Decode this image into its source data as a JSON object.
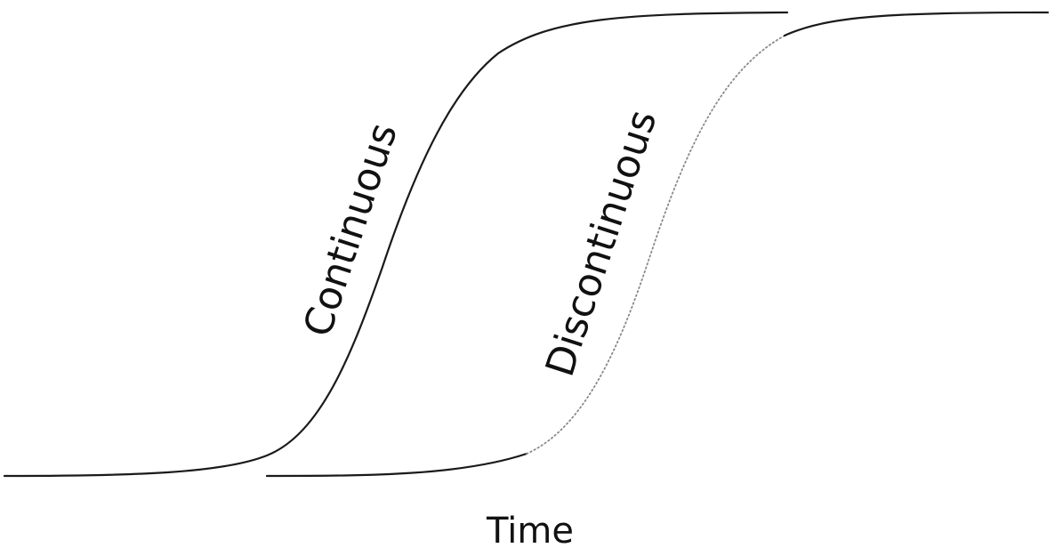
{
  "diagram": {
    "curves": [
      {
        "label": "Continuous",
        "style": "solid"
      },
      {
        "label": "Discontinuous",
        "style": "solid with dotted transition"
      }
    ],
    "xlabel": "Time",
    "colors": {
      "line": "#1a1a1a",
      "transition": "#8a8a8a",
      "background": "#ffffff"
    }
  }
}
